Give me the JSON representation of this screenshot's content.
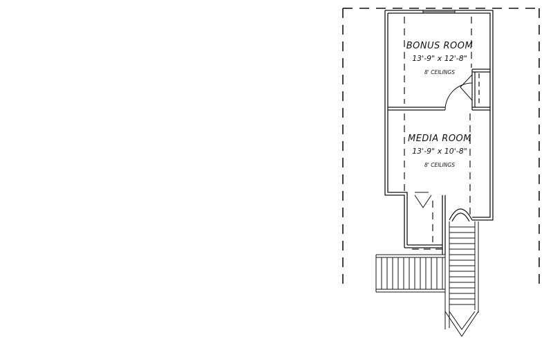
{
  "rooms": [
    {
      "id": "bonus",
      "name": "BONUS ROOM",
      "dimensions": "13'-9\" x 12'-8\"",
      "ceiling": "8' CEILINGS"
    },
    {
      "id": "media",
      "name": "MEDIA ROOM",
      "dimensions": "13'-9\" x 10'-8\"",
      "ceiling": "8' CEILINGS"
    }
  ],
  "colors": {
    "line": "#111111",
    "background": "#ffffff"
  }
}
